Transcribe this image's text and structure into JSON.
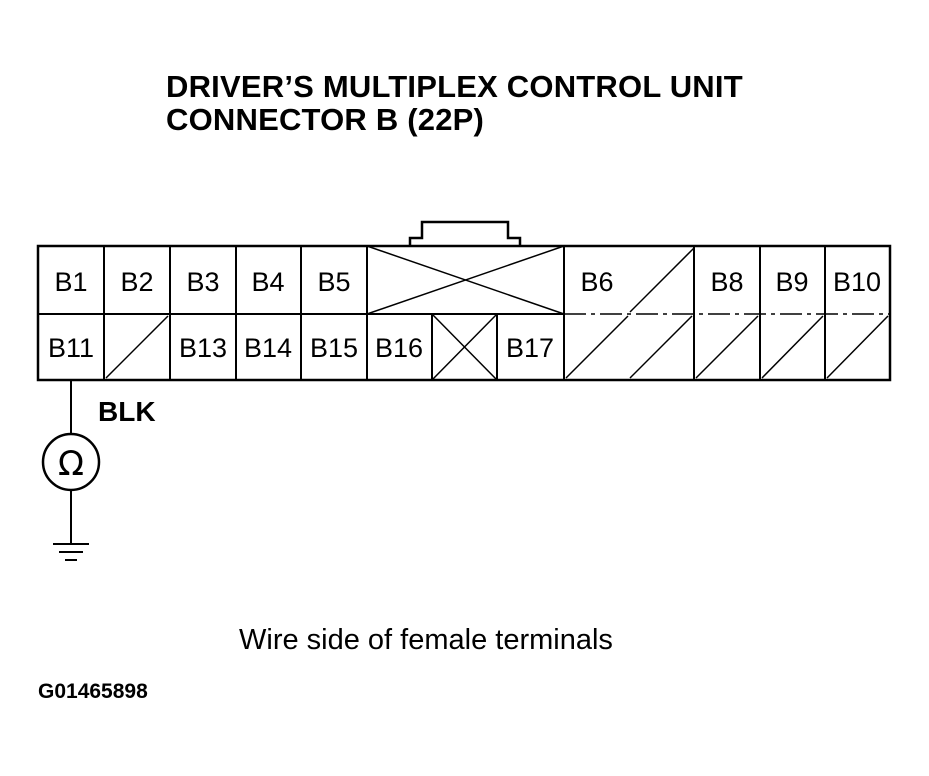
{
  "title": {
    "line1": "DRIVER’S MULTIPLEX CONTROL UNIT",
    "line2": "CONNECTOR B (22P)"
  },
  "connector": {
    "top_row": [
      {
        "label": "B1",
        "type": "terminal"
      },
      {
        "label": "B2",
        "type": "terminal"
      },
      {
        "label": "B3",
        "type": "terminal"
      },
      {
        "label": "B4",
        "type": "terminal"
      },
      {
        "label": "B5",
        "type": "terminal"
      },
      {
        "label": "",
        "type": "blocked"
      },
      {
        "label": "B6",
        "type": "unused-terminal"
      },
      {
        "label": "B8",
        "type": "terminal"
      },
      {
        "label": "B9",
        "type": "terminal"
      },
      {
        "label": "B10",
        "type": "terminal"
      }
    ],
    "bottom_row": [
      {
        "label": "B11",
        "type": "terminal"
      },
      {
        "label": "",
        "type": "unused"
      },
      {
        "label": "B13",
        "type": "terminal"
      },
      {
        "label": "B14",
        "type": "terminal"
      },
      {
        "label": "B15",
        "type": "terminal"
      },
      {
        "label": "B16",
        "type": "terminal"
      },
      {
        "label": "",
        "type": "blocked"
      },
      {
        "label": "B17",
        "type": "terminal"
      },
      {
        "label": "",
        "type": "unused"
      },
      {
        "label": "",
        "type": "unused"
      },
      {
        "label": "",
        "type": "unused"
      },
      {
        "label": "",
        "type": "unused"
      },
      {
        "label": "",
        "type": "unused"
      }
    ]
  },
  "wire": {
    "color_label": "BLK",
    "meter_symbol": "Ω",
    "connects_to": "B11"
  },
  "caption": "Wire side of female terminals",
  "figure_id": "G01465898"
}
